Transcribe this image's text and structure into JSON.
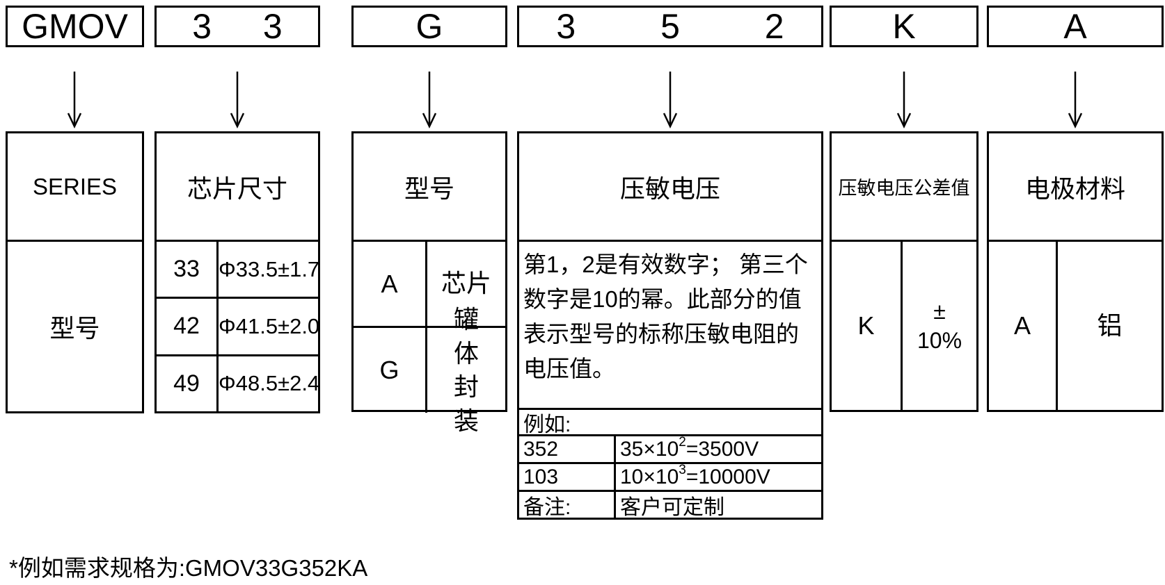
{
  "codes": {
    "series": "GMOV",
    "chip": "3 3",
    "model": "G",
    "voltage": "3 5 2",
    "tolerance": "K",
    "electrode": "A"
  },
  "series": {
    "header": "SERIES",
    "body": "型号"
  },
  "chip": {
    "header": "芯片尺寸",
    "rows": [
      {
        "code": "33",
        "value": "Φ33.5±1.7"
      },
      {
        "code": "42",
        "value": "Φ41.5±2.0"
      },
      {
        "code": "49",
        "value": "Φ48.5±2.4"
      }
    ]
  },
  "model": {
    "header": "型号",
    "rows": [
      {
        "code": "A",
        "value": "芯片"
      },
      {
        "code": "G",
        "value": "罐体封装"
      }
    ]
  },
  "voltage": {
    "header": "压敏电压",
    "description": "第1，2是有效数字； 第三个数字是10的幂。此部分的值表示型号的标称压敏电阻的电压值。",
    "example_label": "例如:",
    "examples": [
      {
        "code": "352",
        "base": "35×10",
        "sup": "2",
        "result": "=3500V"
      },
      {
        "code": "103",
        "base": "10×10",
        "sup": "3",
        "result": "=10000V"
      }
    ],
    "note": {
      "label": "备注:",
      "value": "客户可定制"
    }
  },
  "tolerance": {
    "header": "压敏电压公差值",
    "code": "K",
    "sign": "±",
    "value": "10%"
  },
  "electrode": {
    "header": "电极材料",
    "code": "A",
    "value": "铝"
  },
  "footnote": "*例如需求规格为:GMOV33G352KA"
}
